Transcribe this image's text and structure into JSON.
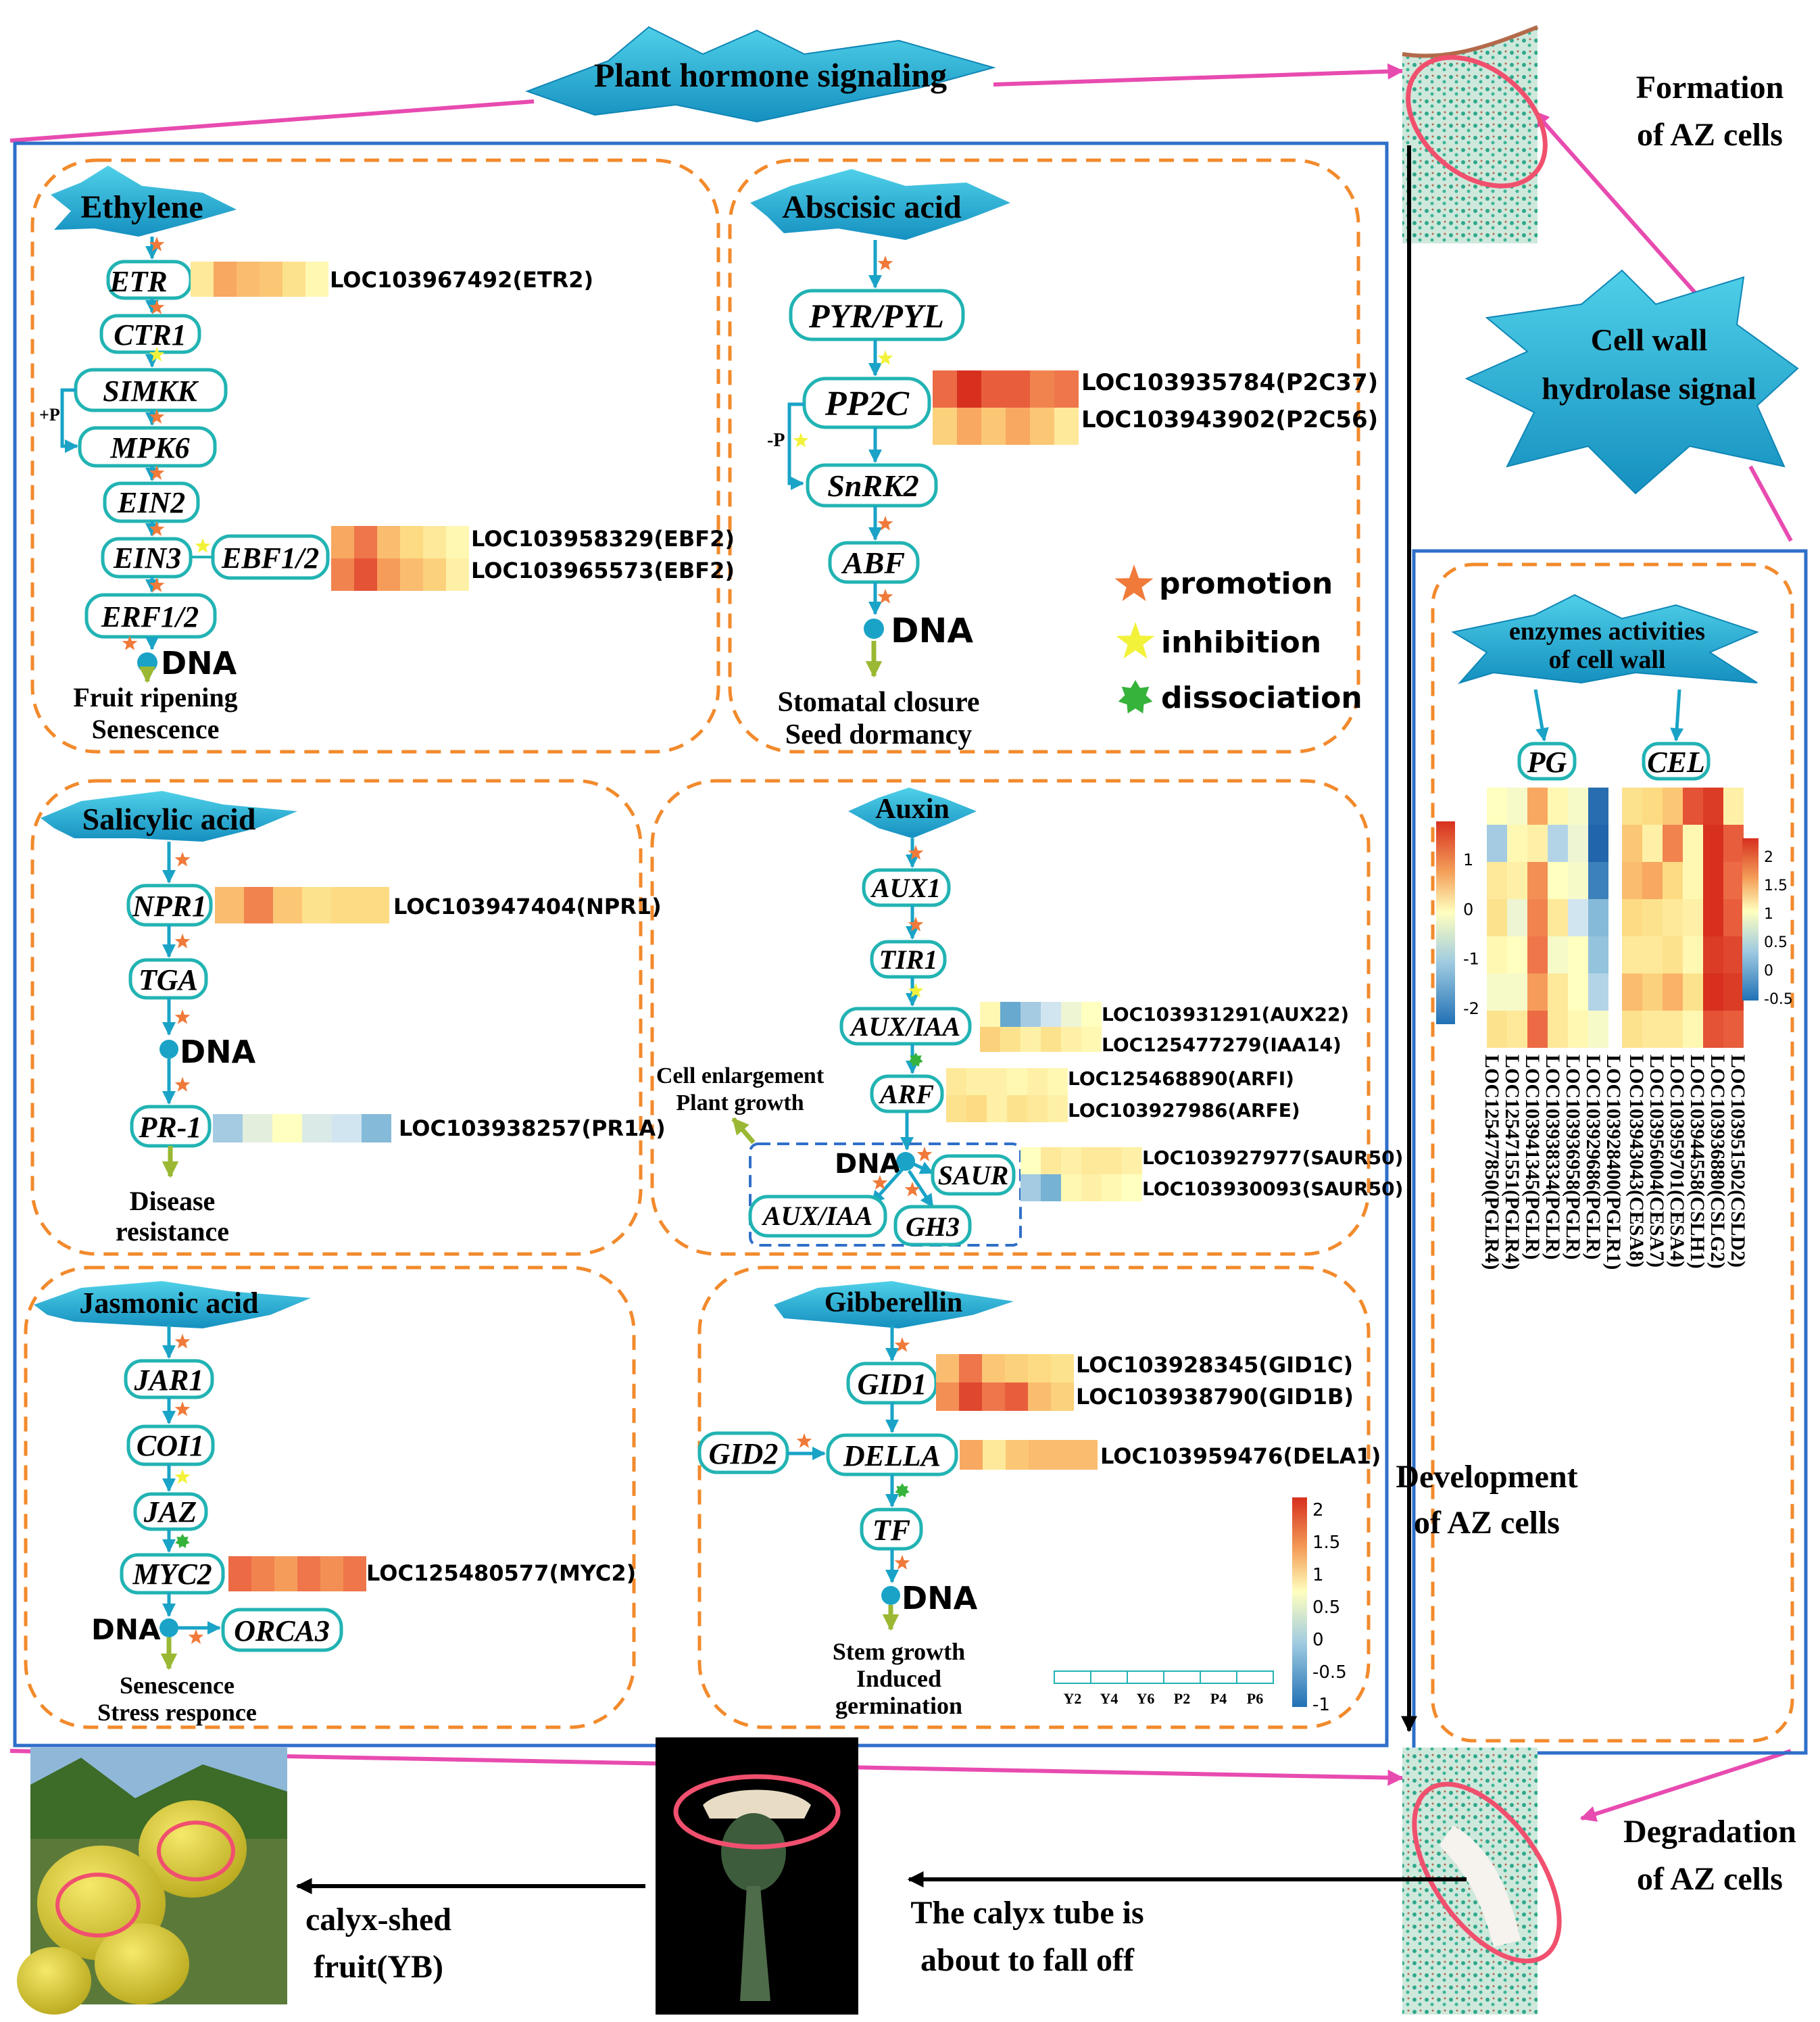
{
  "top": {
    "title": "Plant hormone signaling",
    "formation": [
      "Formation",
      "of AZ cells"
    ],
    "cell_wall_signal": [
      "Cell wall",
      "hydrolase signal"
    ],
    "development": [
      "Development",
      "of AZ cells"
    ],
    "degradation": [
      "Degradation",
      "of AZ cells"
    ],
    "calyx_tube": [
      "The calyx tube is",
      "about to fall off"
    ],
    "calyx_shed": [
      "calyx-shed",
      "fruit(YB)"
    ]
  },
  "legend": {
    "promotion": "promotion",
    "inhibition": "inhibition",
    "dissociation": "dissociation"
  },
  "ethylene": {
    "title": "Ethylene",
    "nodes": [
      "ETR",
      "CTR1",
      "SIMKK",
      "MPK6",
      "EIN2",
      "EIN3",
      "ERF1/2",
      "EBF1/2"
    ],
    "plusp": "+P",
    "dna": "DNA",
    "output": [
      "Fruit ripening",
      "Senescence"
    ],
    "genes": [
      "LOC103967492(ETR2)",
      "LOC103958329(EBF2)",
      "LOC103965573(EBF2)"
    ]
  },
  "aba": {
    "title": "Abscisic acid",
    "nodes": [
      "PYR/PYL",
      "PP2C",
      "SnRK2",
      "ABF"
    ],
    "minusp": "-P",
    "dna": "DNA",
    "output": [
      "Stomatal closure",
      "Seed dormancy"
    ],
    "genes": [
      "LOC103935784(P2C37)",
      "LOC103943902(P2C56)"
    ]
  },
  "sa": {
    "title": "Salicylic acid",
    "nodes": [
      "NPR1",
      "TGA",
      "PR-1"
    ],
    "dna": "DNA",
    "output": [
      "Disease",
      "resistance"
    ],
    "genes": [
      "LOC103947404(NPR1)",
      "LOC103938257(PR1A)"
    ]
  },
  "auxin": {
    "title": "Auxin",
    "nodes": [
      "AUX1",
      "TIR1",
      "AUX/IAA",
      "ARF",
      "SAUR",
      "AUX/IAA",
      "GH3"
    ],
    "dna": "DNA",
    "output": [
      "Cell enlargement",
      "Plant growth"
    ],
    "genes": [
      "LOC103931291(AUX22)",
      "LOC125477279(IAA14)",
      "LOC125468890(ARFI)",
      "LOC103927986(ARFE)",
      "LOC103927977(SAUR50)",
      "LOC103930093(SAUR50)"
    ]
  },
  "ja": {
    "title": "Jasmonic acid",
    "nodes": [
      "JAR1",
      "COI1",
      "JAZ",
      "MYC2",
      "ORCA3"
    ],
    "dna": "DNA",
    "output": [
      "Senescence",
      "Stress responce"
    ],
    "genes": [
      "LOC125480577(MYC2)"
    ]
  },
  "ga": {
    "title": "Gibberellin",
    "nodes": [
      "GID1",
      "GID2",
      "DELLA",
      "TF"
    ],
    "dna": "DNA",
    "output": [
      "Stem growth",
      "Induced",
      "germination"
    ],
    "genes": [
      "LOC103928345(GID1C)",
      "LOC103938790(GID1B)",
      "LOC103959476(DELA1)"
    ]
  },
  "main_scale": {
    "ticks": [
      "2",
      "1.5",
      "1",
      "0.5",
      "0",
      "-0.5",
      "-1"
    ],
    "samples": [
      "Y2",
      "Y4",
      "Y6",
      "P2",
      "P4",
      "P6"
    ]
  },
  "enzymes": {
    "title": [
      "enzymes activities",
      "of cell wall"
    ],
    "pg": "PG",
    "cel": "CEL",
    "pg_scale": [
      "1",
      "0",
      "-1",
      "-2"
    ],
    "cel_scale": [
      "2",
      "1.5",
      "1",
      "0.5",
      "0",
      "-0.5"
    ],
    "pg_genes": [
      "LOC125477850(PGLR4)",
      "LOC125471551(PGLR4)",
      "LOC103941345(PGLR)",
      "LOC103938334(PGLR)",
      "LOC103936958(PGLR)",
      "LOC103929686(PGLR)",
      "LOC103928400(PGLR1)"
    ],
    "cel_genes": [
      "LOC103943043(CESA8)",
      "LOC103956004(CESA7)",
      "LOC103959701(CESA4)",
      "LOC103944558(CSLH1)",
      "LOC103936880(CSLG2)",
      "LOC103951502(CSLD2)"
    ]
  },
  "colors": {
    "panel_border": "#f28a2c",
    "main_border": "#2f6fc9",
    "node_border": "#22b3b3",
    "flow_arrow": "#1aa3c7",
    "magenta_line": "#e84bb0",
    "ellipse": "#f0506e",
    "hormone_star": "#1aa3c7"
  },
  "heatmaps": {
    "etr": [
      [
        0.5,
        1.2,
        1.0,
        0.9,
        0.6,
        0.3
      ]
    ],
    "ebf": [
      [
        1.2,
        1.6,
        1.0,
        0.7,
        0.5,
        0.3
      ],
      [
        1.5,
        1.9,
        1.3,
        1.0,
        0.8,
        0.4
      ]
    ],
    "p2c": [
      [
        1.7,
        2.2,
        1.8,
        1.8,
        1.5,
        1.6
      ],
      [
        0.8,
        1.2,
        0.9,
        1.2,
        0.9,
        0.5
      ]
    ],
    "npr1": [
      [
        1.0,
        1.5,
        0.9,
        0.6,
        0.7,
        0.7
      ]
    ],
    "pr1a": [
      [
        -0.6,
        -0.1,
        0.2,
        -0.2,
        -0.3,
        -0.8
      ]
    ],
    "aux22": [
      [
        0.3,
        -1.0,
        -0.6,
        -0.3,
        0.0,
        0.2
      ]
    ],
    "iaa14": [
      [
        0.8,
        0.6,
        0.4,
        0.6,
        0.4,
        0.3
      ]
    ],
    "arfi": [
      [
        0.5,
        0.4,
        0.4,
        0.3,
        0.4,
        0.3
      ]
    ],
    "arfe": [
      [
        0.6,
        0.7,
        0.4,
        0.6,
        0.5,
        0.4
      ]
    ],
    "saur1": [
      [
        0.2,
        0.5,
        0.4,
        0.5,
        0.5,
        0.4
      ]
    ],
    "saur2": [
      [
        -0.6,
        -0.9,
        0.3,
        0.4,
        0.3,
        0.2
      ]
    ],
    "myc2": [
      [
        1.7,
        1.5,
        1.3,
        1.6,
        1.4,
        1.6
      ]
    ],
    "gid1c": [
      [
        1.0,
        1.6,
        0.9,
        0.8,
        0.7,
        0.6
      ]
    ],
    "gid1b": [
      [
        1.4,
        2.0,
        1.6,
        1.8,
        1.0,
        0.8
      ]
    ],
    "dela1": [
      [
        1.2,
        0.5,
        0.9,
        1.0,
        1.0,
        1.0
      ]
    ],
    "pg": [
      [
        0.2,
        0.1,
        1.2,
        0.3,
        0.1,
        -1.9
      ],
      [
        -0.6,
        0.3,
        0.4,
        -0.5,
        0.0,
        -2.0
      ],
      [
        0.5,
        0.4,
        1.4,
        0.2,
        0.1,
        -1.6
      ],
      [
        0.6,
        0.0,
        1.5,
        0.5,
        -0.3,
        -0.8
      ],
      [
        0.3,
        0.2,
        1.6,
        0.1,
        0.2,
        -0.7
      ],
      [
        0.1,
        0.1,
        1.3,
        0.5,
        0.2,
        -0.5
      ],
      [
        0.6,
        0.5,
        1.7,
        0.5,
        0.3,
        0.1
      ]
    ],
    "cel": [
      [
        0.6,
        0.7,
        0.9,
        1.9,
        2.1,
        0.4
      ],
      [
        0.9,
        0.4,
        1.5,
        0.3,
        2.2,
        1.8
      ],
      [
        1.0,
        1.2,
        0.7,
        0.3,
        2.2,
        1.7
      ],
      [
        0.7,
        0.6,
        0.5,
        0.4,
        2.2,
        1.8
      ],
      [
        0.5,
        0.5,
        0.6,
        0.3,
        2.1,
        2.0
      ],
      [
        1.0,
        0.8,
        1.1,
        0.6,
        2.2,
        2.1
      ],
      [
        0.6,
        0.5,
        0.5,
        0.3,
        1.9,
        1.8
      ]
    ]
  }
}
